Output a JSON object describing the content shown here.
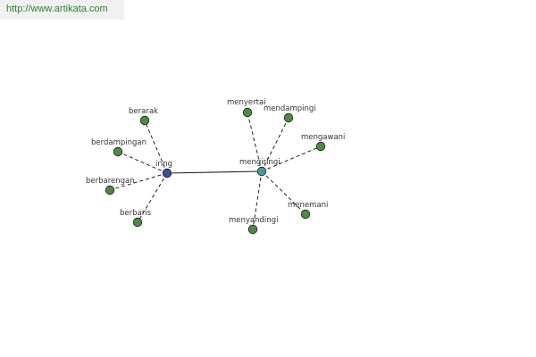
{
  "banner": {
    "url_text": "http://www.artikata.com"
  },
  "colors": {
    "leaf_fill": "#4e8a44",
    "hub_left_fill": "#3c4f9a",
    "hub_right_fill": "#4a9a9c",
    "edge": "#222222",
    "url": "#2e7d32"
  },
  "graph": {
    "nodes": [
      {
        "id": "iring",
        "label": "iring",
        "kind": "hub_left"
      },
      {
        "id": "mengiringi",
        "label": "mengiringi",
        "kind": "hub_right"
      },
      {
        "id": "berarak",
        "label": "berarak",
        "kind": "leaf"
      },
      {
        "id": "berdampingan",
        "label": "berdampingan",
        "kind": "leaf"
      },
      {
        "id": "berbarengan",
        "label": "berbarengan",
        "kind": "leaf"
      },
      {
        "id": "berbaris",
        "label": "berbaris",
        "kind": "leaf"
      },
      {
        "id": "menyertai",
        "label": "menyertai",
        "kind": "leaf"
      },
      {
        "id": "mendampingi",
        "label": "mendampingi",
        "kind": "leaf"
      },
      {
        "id": "mengawani",
        "label": "mengawani",
        "kind": "leaf"
      },
      {
        "id": "menemani",
        "label": "menemani",
        "kind": "leaf"
      },
      {
        "id": "menyandingi",
        "label": "menyandingi",
        "kind": "leaf"
      }
    ],
    "edges": [
      {
        "from": "iring",
        "to": "mengiringi",
        "style": "solid"
      },
      {
        "from": "iring",
        "to": "berarak",
        "style": "dashed"
      },
      {
        "from": "iring",
        "to": "berdampingan",
        "style": "dashed"
      },
      {
        "from": "iring",
        "to": "berbarengan",
        "style": "dashed"
      },
      {
        "from": "iring",
        "to": "berbaris",
        "style": "dashed"
      },
      {
        "from": "mengiringi",
        "to": "menyertai",
        "style": "dashed"
      },
      {
        "from": "mengiringi",
        "to": "mendampingi",
        "style": "dashed"
      },
      {
        "from": "mengiringi",
        "to": "mengawani",
        "style": "dashed"
      },
      {
        "from": "mengiringi",
        "to": "menemani",
        "style": "dashed"
      },
      {
        "from": "mengiringi",
        "to": "menyandingi",
        "style": "dashed"
      }
    ]
  }
}
